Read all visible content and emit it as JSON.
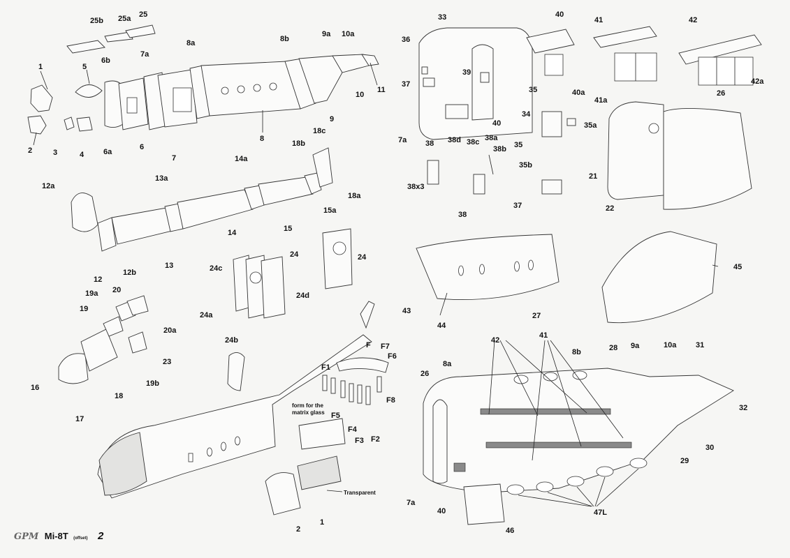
{
  "footer": {
    "logo": "GPM",
    "model": "Mi-8T",
    "model_sub": "(offset)",
    "page": "2"
  },
  "notes": {
    "matrix_form": [
      "form for the",
      "matrix glass"
    ],
    "transparent": "Transparent"
  },
  "labels": {
    "p1": "1",
    "p2": "2",
    "p3": "3",
    "p4": "4",
    "p5": "5",
    "p6": "6",
    "p6a": "6a",
    "p6b": "6b",
    "p7": "7",
    "p7a": "7a",
    "p8": "8",
    "p8a": "8a",
    "p8b": "8b",
    "p9": "9",
    "p9a": "9a",
    "p10": "10",
    "p10a": "10a",
    "p11": "11",
    "p12": "12",
    "p12a": "12a",
    "p12b": "12b",
    "p13": "13",
    "p13a": "13a",
    "p14": "14",
    "p14a": "14a",
    "p15": "15",
    "p15a": "15a",
    "p16": "16",
    "p17": "17",
    "p18": "18",
    "p18a": "18a",
    "p18b": "18b",
    "p18c": "18c",
    "p19": "19",
    "p19a": "19a",
    "p19b": "19b",
    "p20": "20",
    "p20a": "20a",
    "p21": "21",
    "p22": "22",
    "p23": "23",
    "p24": "24",
    "p24a": "24a",
    "p24b": "24b",
    "p24c": "24c",
    "p24d": "24d",
    "p25": "25",
    "p25a": "25a",
    "p25b": "25b",
    "p26": "26",
    "p27": "27",
    "p28": "28",
    "p29": "29",
    "p30": "30",
    "p31": "31",
    "p32": "32",
    "p33": "33",
    "p34": "34",
    "p35": "35",
    "p35a": "35a",
    "p35b": "35b",
    "p36": "36",
    "p37": "37",
    "p38": "38",
    "p38a": "38a",
    "p38b": "38b",
    "p38c": "38c",
    "p38d": "38d",
    "p38x3": "38x3",
    "p39": "39",
    "p40": "40",
    "p40a": "40a",
    "p41": "41",
    "p41a": "41a",
    "p42": "42",
    "p42a": "42a",
    "p43": "43",
    "p44": "44",
    "p45": "45",
    "p46": "46",
    "p47L": "47L",
    "pF": "F",
    "pF1": "F1",
    "pF2": "F2",
    "pF3": "F3",
    "pF4": "F4",
    "pF5": "F5",
    "pF6": "F6",
    "pF7": "F7",
    "pF8": "F8"
  }
}
